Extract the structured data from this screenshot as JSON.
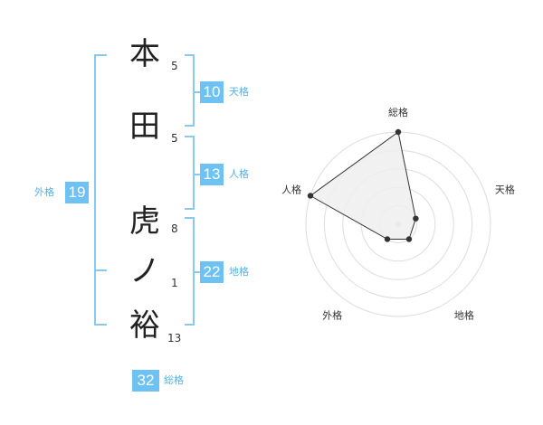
{
  "name": {
    "characters": [
      {
        "char": "本",
        "strokes": "5"
      },
      {
        "char": "田",
        "strokes": "5"
      },
      {
        "char": "虎",
        "strokes": "8"
      },
      {
        "char": "ノ",
        "strokes": "1"
      },
      {
        "char": "裕",
        "strokes": "13"
      }
    ]
  },
  "fortunes": {
    "tenkaku": {
      "value": "10",
      "label": "天格"
    },
    "jinkaku": {
      "value": "13",
      "label": "人格"
    },
    "chikaku": {
      "value": "22",
      "label": "地格"
    },
    "gaikaku": {
      "value": "19",
      "label": "外格"
    },
    "soukaku": {
      "value": "32",
      "label": "総格"
    }
  },
  "colors": {
    "accent": "#6ec2f3",
    "line": "#89c9f0",
    "polygon_fill": "#eeeeee",
    "ring": "#dddddd"
  },
  "chart_data": {
    "type": "radar",
    "axes": [
      "総格",
      "天格",
      "地格",
      "外格",
      "人格"
    ],
    "values": [
      5,
      1,
      1,
      1,
      5
    ],
    "max": 5
  }
}
